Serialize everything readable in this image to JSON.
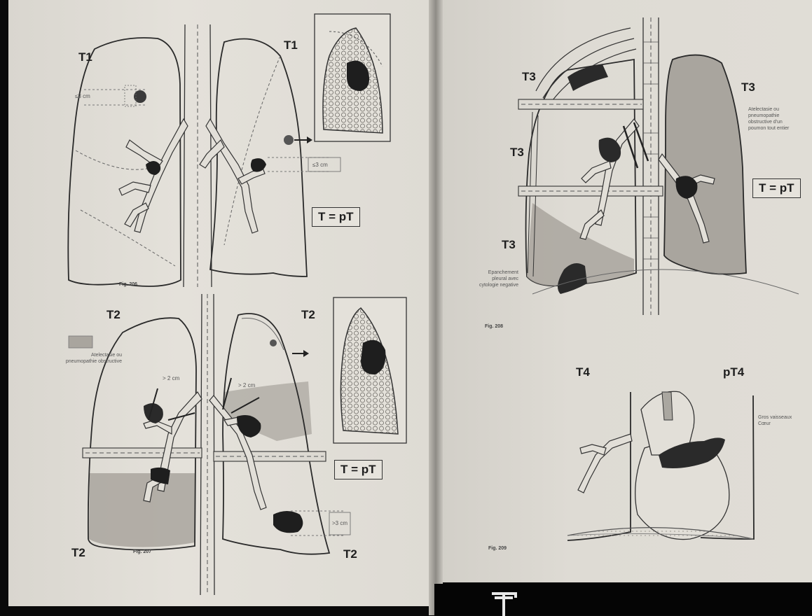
{
  "header": {
    "top_right": ""
  },
  "fig206": {
    "label_left": "T1",
    "label_right": "T1",
    "tag": "T = pT",
    "measure_left": "≤3 cm",
    "measure_right": "≤3 cm",
    "caption": "Fig. 206"
  },
  "fig207": {
    "label_top_left": "T2",
    "label_top_right": "T2",
    "label_bottom_left": "T2",
    "label_bottom_right": "T2",
    "tag": "T = pT",
    "legend_text": "Atelectasie ou pneumopathie obstructive",
    "measure_a": "> 2 cm",
    "measure_b": "> 2 cm",
    "measure_c": ">3 cm",
    "caption": "Fig. 207"
  },
  "fig208": {
    "label_top_left": "T3",
    "label_mid_left": "T3",
    "label_low_left": "T3",
    "label_right": "T3",
    "tag": "T = pT",
    "note_right": "Atelectasie ou pneumopathie obstructive d'un poumon tout entier",
    "note_left": "Epanchement pleural avec cytologie negative",
    "caption": "Fig. 208"
  },
  "fig209": {
    "label_left": "T4",
    "label_right": "pT4",
    "note": "Gros vaisseaux Cœur",
    "caption": "Fig. 209"
  },
  "colors": {
    "paper": "#dedbd4",
    "ink": "#2a2a2a",
    "shade": "#9e9a93",
    "tumor": "#1c1c1c"
  }
}
